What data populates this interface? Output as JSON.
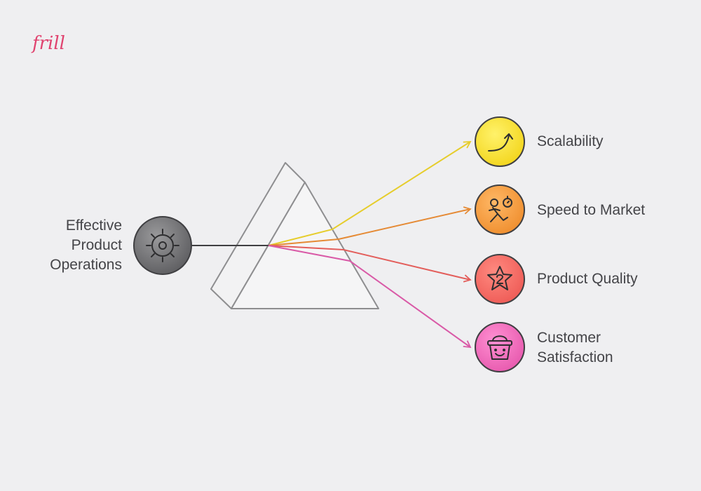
{
  "logo": {
    "text": "frill"
  },
  "input": {
    "lines": [
      "Effective",
      "Product",
      "Operations"
    ],
    "icon": "gear-icon",
    "color": "#6e6e70"
  },
  "outputs": [
    {
      "lines": [
        "Scalability"
      ],
      "icon": "growth-arrow-icon",
      "color": "#f6dc2a",
      "ray": "#e6cd2c"
    },
    {
      "lines": [
        "Speed to Market"
      ],
      "icon": "running-stopwatch-icon",
      "color": "#f39b3d",
      "ray": "#e58a35"
    },
    {
      "lines": [
        "Product Quality"
      ],
      "icon": "star-badge-icon",
      "color": "#f26a62",
      "ray": "#e35e5b"
    },
    {
      "lines": [
        "Customer",
        "Satisfaction"
      ],
      "icon": "smiling-basket-icon",
      "color": "#ec66b6",
      "ray": "#d95aa7"
    }
  ]
}
